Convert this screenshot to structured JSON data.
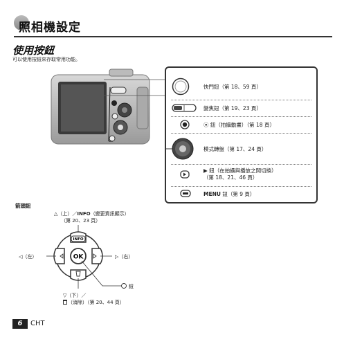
{
  "header": {
    "title": "照相機設定"
  },
  "section": {
    "title": "使用按鈕",
    "desc": "可以使用按鈕來存取常用功能。"
  },
  "buttons": {
    "shutter": "快門鈕（第 18、59 頁）",
    "zoom": "變焦鈕（第 19、23 頁）",
    "movie_symbol": "⦿",
    "movie": "鈕（拍攝動畫）（第 18 頁）",
    "mode_dial": "模式轉盤（第 17、24 頁）",
    "play_symbol": "▶",
    "play_line1": "鈕（在拍攝與播放之間切換）",
    "play_line2": "（第 18、21、46 頁）",
    "menu_bold": "MENU",
    "menu": "鈕（第 9 頁）"
  },
  "arrow_pad": {
    "title": "箭頭鈕",
    "up_line1_a": "△（上）／",
    "up_line1_bold": "INFO",
    "up_line1_b": "（變更資訊顯示）",
    "up_line2": "（第 20、23 頁）",
    "left": "◁（左）",
    "right": "▷（右）",
    "ok": "鈕",
    "down_line1": "▽（下）／",
    "down_line2": "（消除）（第 20、44 頁）"
  },
  "pad_labels": {
    "info": "INFO",
    "ok": "OK"
  },
  "footer": {
    "page": "6",
    "lang": "CHT"
  }
}
